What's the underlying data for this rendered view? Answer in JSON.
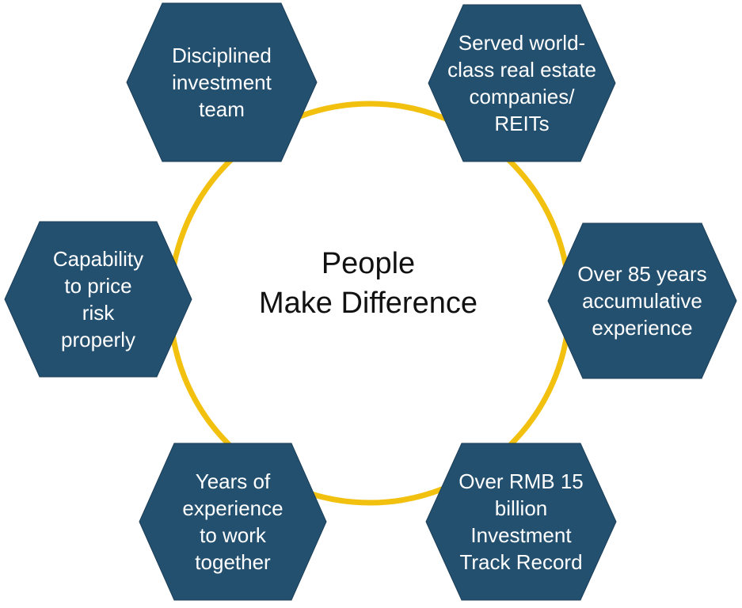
{
  "colors": {
    "hexagon_fill": "#24506f",
    "hexagon_stroke": "#1a3e58",
    "ring": "#f2c00f",
    "text_on_hex": "#ffffff",
    "center_text": "#111111"
  },
  "center": {
    "line1": "People",
    "line2": "Make Difference"
  },
  "hexagons": [
    {
      "id": "top-left",
      "lines": [
        "Disciplined",
        "investment",
        "team"
      ]
    },
    {
      "id": "top-right",
      "lines": [
        "Served world-",
        "class real estate",
        "companies/",
        "REITs"
      ]
    },
    {
      "id": "left",
      "lines": [
        "Capability",
        "to price",
        "risk",
        "properly"
      ]
    },
    {
      "id": "right",
      "lines": [
        "Over 85 years",
        "accumulative",
        "experience"
      ]
    },
    {
      "id": "bottom-left",
      "lines": [
        "Years of",
        "experience",
        "to work",
        "together"
      ]
    },
    {
      "id": "bottom-right",
      "lines": [
        "Over RMB 15",
        "billion",
        "Investment",
        "Track Record"
      ]
    }
  ]
}
